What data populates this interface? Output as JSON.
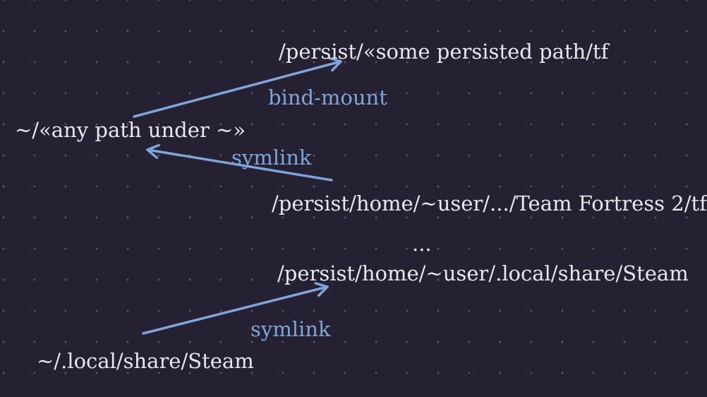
{
  "canvas": {
    "background": "#252133",
    "grid_dot_color": "#5e5a68",
    "text_color": "#e9e7ee",
    "accent_blue": "#7fa5d8"
  },
  "nodes": [
    {
      "id": "persist-some-path",
      "text": "/persist/«some persisted path/tf"
    },
    {
      "id": "home-any-path",
      "text": "~/«any path under ~»"
    },
    {
      "id": "persist-team-fortress",
      "text": "/persist/home/~user/.../Team Fortress 2/tf"
    },
    {
      "id": "ellipsis",
      "text": "..."
    },
    {
      "id": "persist-steam",
      "text": "/persist/home/~user/.local/share/Steam"
    },
    {
      "id": "home-steam",
      "text": "~/.local/share/Steam"
    }
  ],
  "arrows": [
    {
      "id": "bind-mount-arrow",
      "label": "bind-mount"
    },
    {
      "id": "symlink-tf-arrow",
      "label": "symlink"
    },
    {
      "id": "symlink-steam-arrow",
      "label": "symlink"
    }
  ]
}
